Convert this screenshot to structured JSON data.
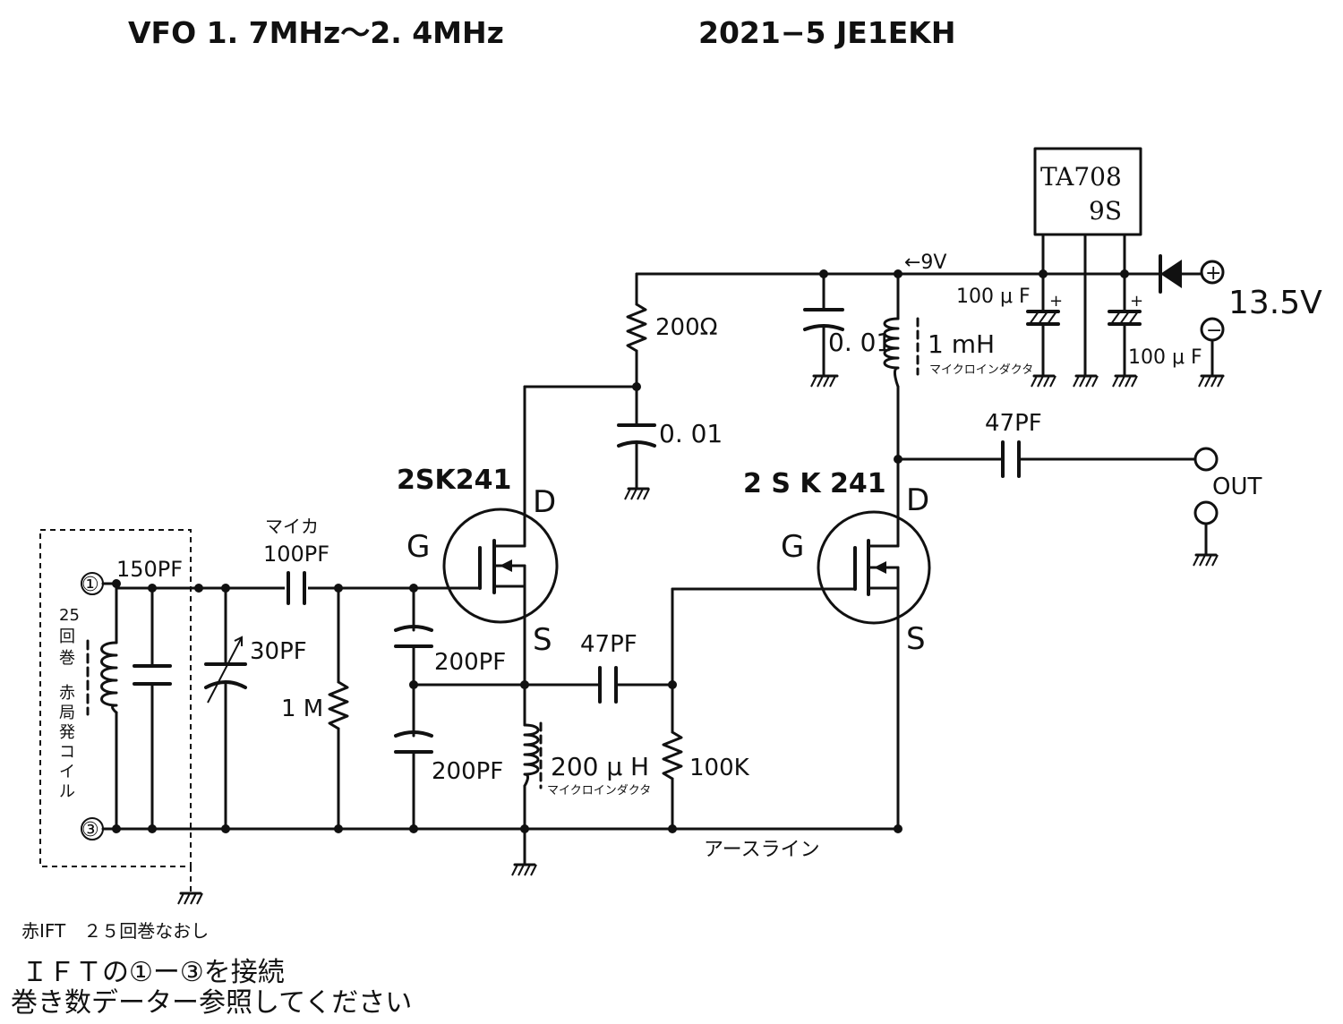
{
  "header": {
    "title": "VFO 1. 7MHz～2. 4MHz",
    "date_author": "2021−5 JE1EKH"
  },
  "regulator": {
    "part": "TA708",
    "suffix": "9S",
    "output_label": "←9V"
  },
  "power": {
    "voltage": "13.5V",
    "plus_symbol": "+",
    "minus_symbol": "−"
  },
  "transistors": {
    "q1": {
      "part": "2SK241",
      "gate": "G",
      "drain": "D",
      "source": "S"
    },
    "q2": {
      "part": "2 S K 241",
      "gate": "G",
      "drain": "D",
      "source": "S"
    }
  },
  "components": {
    "c_ift": "150PF",
    "c_mica_type": "マイカ",
    "c_mica": "100PF",
    "c_trimmer": "30PF",
    "r_gate": "1 M",
    "c_gate_top": "200PF",
    "c_gate_bottom": "200PF",
    "l_source": "200 μ H",
    "l_source_type": "マイクロインダクタ",
    "c_coupling": "47PF",
    "r_gate2": "100K",
    "r_drain": "200Ω",
    "c_drain_bypass": "0. 01",
    "c_supply_bypass": "0. 01",
    "l_drain": "1 mH",
    "l_drain_type": "マイクロインダクタ",
    "c_out": "47PF",
    "c_elec_1": "100 μ F",
    "c_elec_2": "100 μ F",
    "elec_plus": "+"
  },
  "ift": {
    "pin1": "①",
    "pin3": "③",
    "turns_number": "25",
    "turns_kanji1": "回",
    "turns_kanji2": "巻",
    "coil_name": [
      "赤",
      "局",
      "発",
      "コ",
      "イ",
      "ル"
    ]
  },
  "output": {
    "label": "OUT"
  },
  "ground_line_label": "アースライン",
  "notes": {
    "line1": "赤IFT　２５回巻なおし",
    "line2": "ＩＦＴの①ー③を接続",
    "line3": "巻き数データー参照してください"
  }
}
